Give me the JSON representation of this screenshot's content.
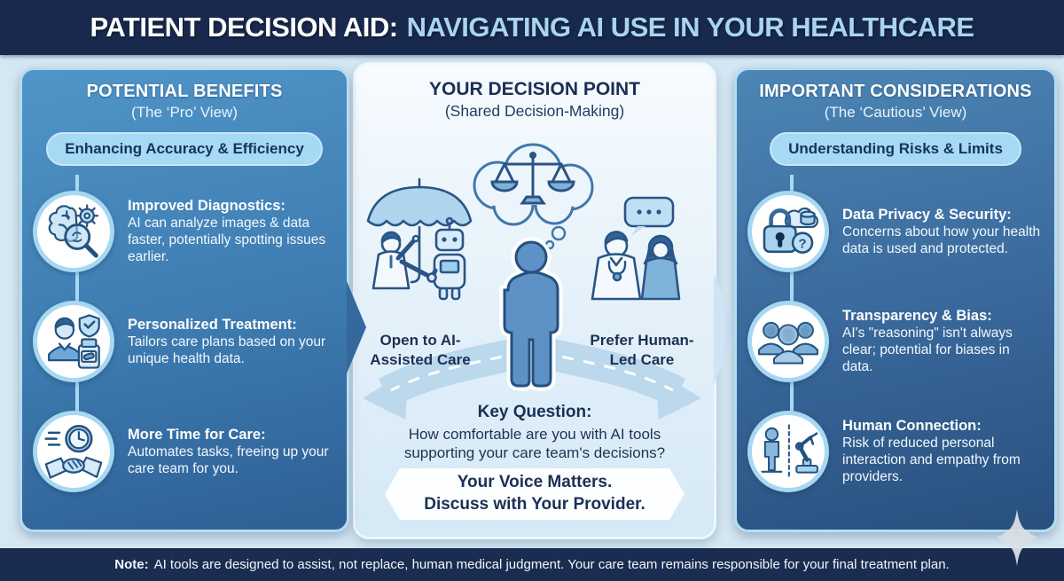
{
  "header": {
    "title": "PATIENT DECISION AID:",
    "title_highlight": "NAVIGATING AI USE IN YOUR HEALTHCARE"
  },
  "left_panel": {
    "title": "POTENTIAL BENEFITS",
    "subtitle": "(The ‘Pro’ View)",
    "pill": "Enhancing Accuracy & Efficiency",
    "items": [
      {
        "icon": "brain-gear-magnifier-icon",
        "title": "Improved Diagnostics:",
        "body": "AI can analyze images & data faster, potentially spotting issues earlier."
      },
      {
        "icon": "doctor-shield-medication-icon",
        "title": "Personalized Treatment:",
        "body": "Tailors care plans based on your unique health data."
      },
      {
        "icon": "clock-handshake-icon",
        "title": "More Time for Care:",
        "body": "Automates tasks, freeing up your care team for you."
      }
    ]
  },
  "center_panel": {
    "title": "YOUR DECISION POINT",
    "subtitle": "(Shared Decision-Making)",
    "left_path_label": "Open to AI-Assisted Care",
    "right_path_label": "Prefer Human-Led Care",
    "key_question_label": "Key Question:",
    "key_question_text": "How comfortable are you with AI tools supporting your care team's decisions?",
    "banner_line1": "Your Voice Matters.",
    "banner_line2": "Discuss with Your Provider.",
    "illustration_scenes": {
      "left": "doctor-robot-handshake-under-umbrella",
      "center": "person-at-fork-with-balance-scale-thought-bubble",
      "right": "doctor-and-patient-talking"
    }
  },
  "right_panel": {
    "title": "IMPORTANT CONSIDERATIONS",
    "subtitle": "(The ‘Cautious’ View)",
    "pill": "Understanding Risks & Limits",
    "icon_glyphs": {
      "question": "?"
    },
    "items": [
      {
        "icon": "padlock-cloud-data-question-icon",
        "title": "Data Privacy & Security:",
        "body": "Concerns about how your health data is used and protected."
      },
      {
        "icon": "blurred-people-icon",
        "title": "Transparency & Bias:",
        "body": "AI's \"reasoning\" isn't always clear; potential for biases in data."
      },
      {
        "icon": "person-robot-divide-icon",
        "title": "Human Connection:",
        "body": "Risk of reduced personal interaction and empathy from providers."
      }
    ]
  },
  "footer": {
    "note_label": "Note:",
    "note_text": "AI tools are designed to assist, not replace, human medical judgment. Your care team remains responsible for your final treatment plan."
  },
  "colors": {
    "header_bg": "#18294d",
    "header_highlight": "#a8d4ef",
    "page_bg": "#d5e7f3",
    "left_panel_top": "#5095c8",
    "left_panel_bottom": "#2e5f94",
    "right_panel_top": "#4c86b5",
    "right_panel_bottom": "#27507e",
    "pill_bg": "#a5d9f4",
    "navy_text": "#1b3056",
    "road": "#bbd8ec",
    "figure_fill": "#5e92c6"
  }
}
